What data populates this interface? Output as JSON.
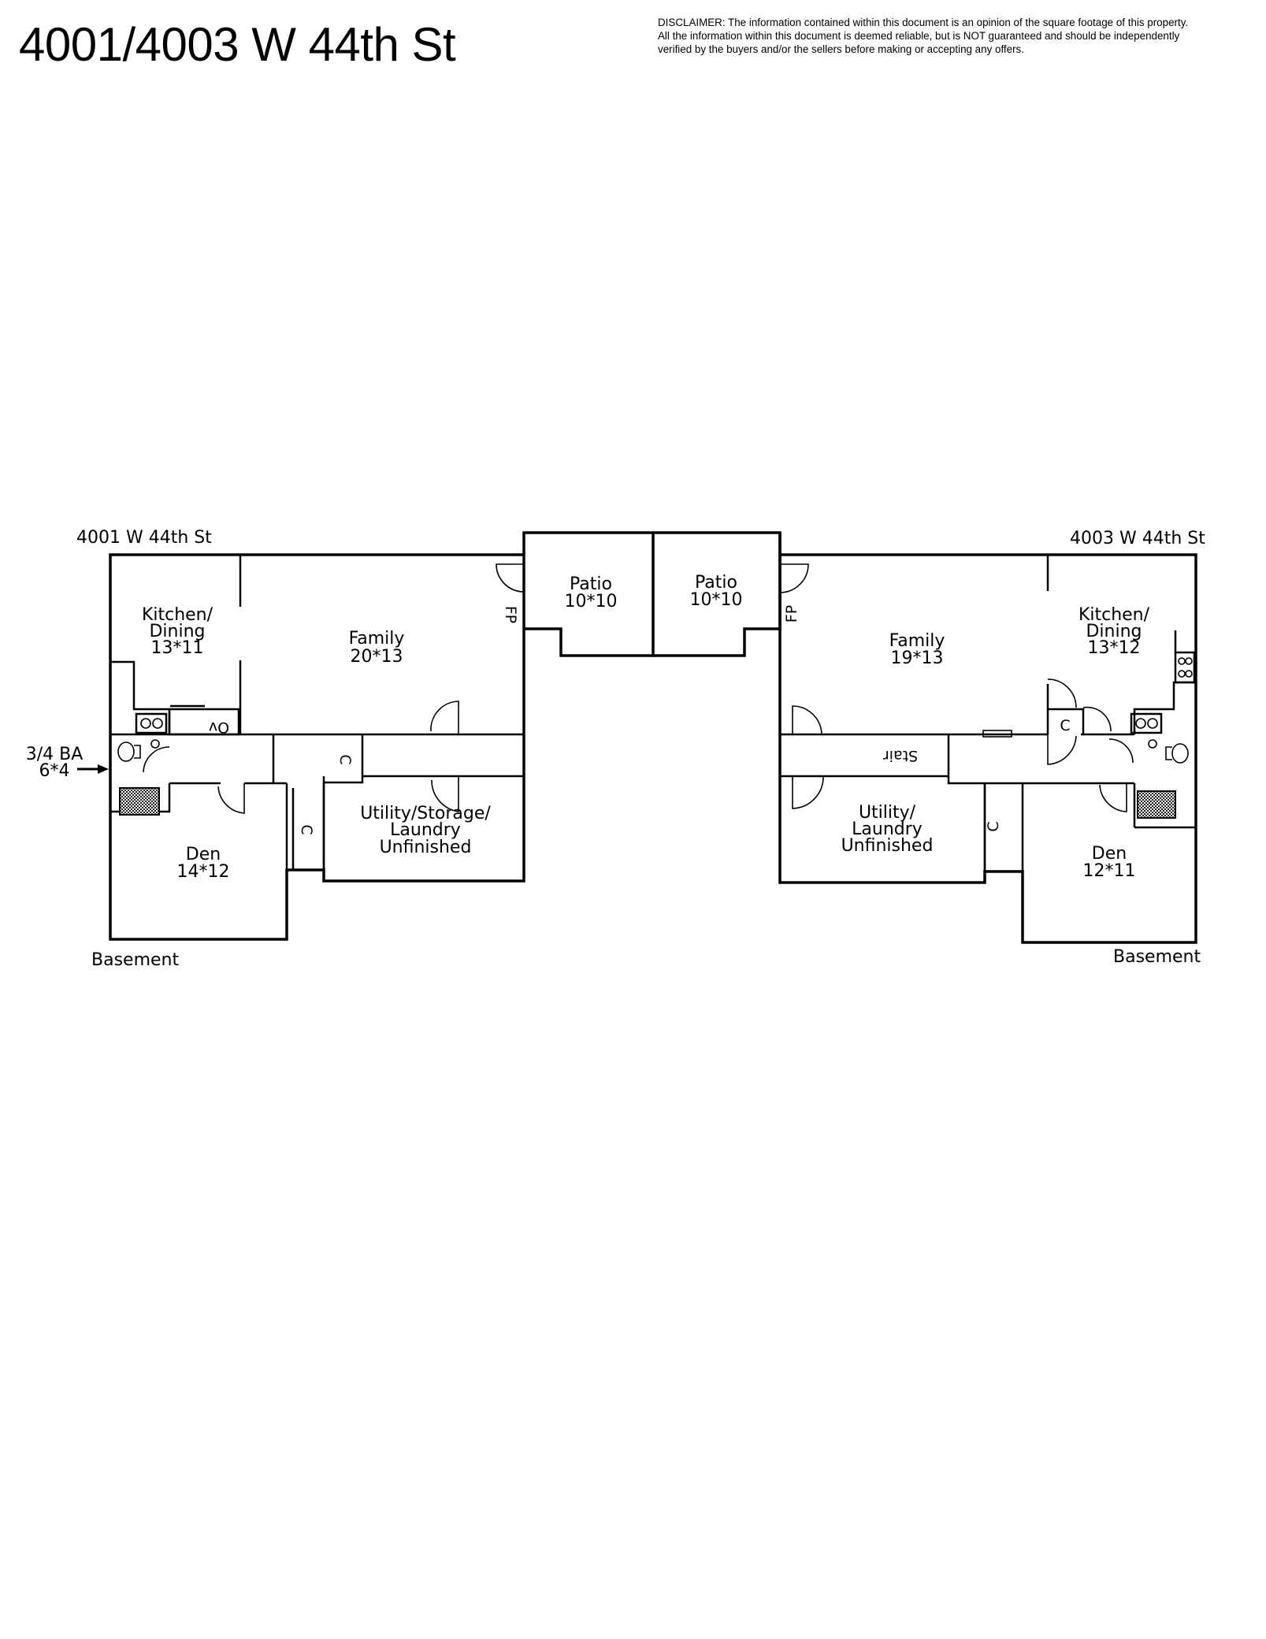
{
  "title": "4001/4003 W 44th St",
  "disclaimer": {
    "line1": "DISCLAIMER: The information contained within this document is an opinion of the square footage of this property.",
    "line2": "All the information within this document is deemed reliable, but is NOT guaranteed and should be independently",
    "line3": "verified by the buyers and/or the sellers before making or accepting any offers."
  },
  "left_unit": {
    "address": "4001 W 44th St",
    "level": "Basement",
    "kitchen": {
      "name1": "Kitchen/",
      "name2": "Dining",
      "size": "13*11"
    },
    "family": {
      "name": "Family",
      "size": "20*13"
    },
    "fireplace": "FP",
    "oven": "Ov",
    "closet1": "C",
    "closet2": "C",
    "bath": {
      "name": "3/4 BA",
      "size": "6*4"
    },
    "den": {
      "name": "Den",
      "size": "14*12"
    },
    "utility": {
      "line1": "Utility/Storage/",
      "line2": "Laundry",
      "line3": "Unfinished"
    },
    "patio": {
      "name": "Patio",
      "size": "10*10"
    }
  },
  "right_unit": {
    "address": "4003 W 44th St",
    "level": "Basement",
    "kitchen": {
      "name1": "Kitchen/",
      "name2": "Dining",
      "size": "13*12"
    },
    "family": {
      "name": "Family",
      "size": "19*13"
    },
    "fireplace": "FP",
    "stair": "Stair",
    "closet1": "C",
    "closet2": "C",
    "den": {
      "name": "Den",
      "size": "12*11"
    },
    "utility": {
      "line1": "Utility/",
      "line2": "Laundry",
      "line3": "Unfinished"
    },
    "patio": {
      "name": "Patio",
      "size": "10*10"
    }
  }
}
